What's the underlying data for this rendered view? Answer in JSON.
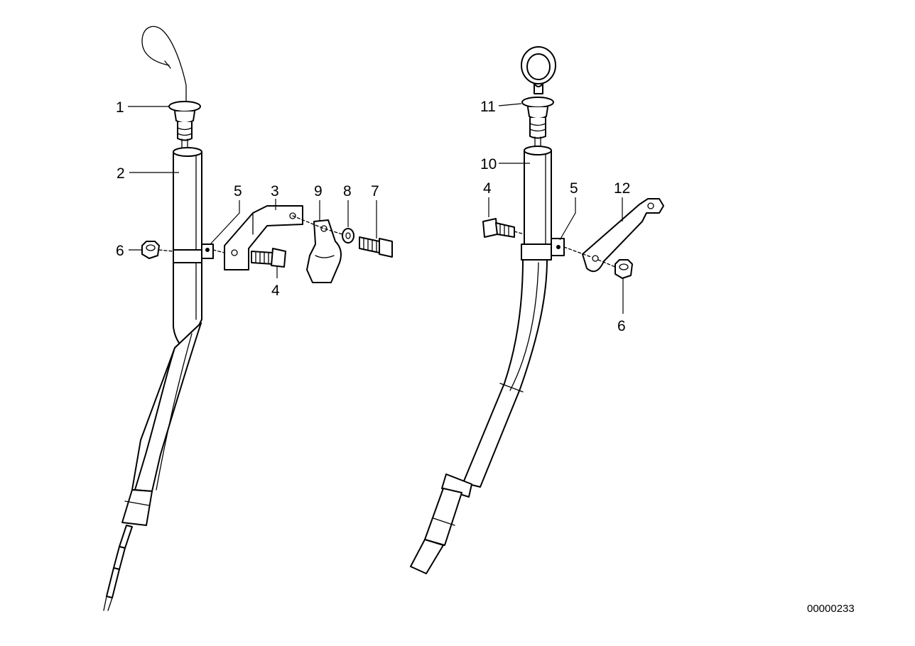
{
  "diagram": {
    "doc_id": "00000233",
    "left_assembly": {
      "callouts": [
        "1",
        "2",
        "3",
        "4",
        "5",
        "6",
        "7",
        "8",
        "9"
      ]
    },
    "right_assembly": {
      "callouts": [
        "4",
        "5",
        "6",
        "10",
        "11",
        "12"
      ]
    }
  }
}
